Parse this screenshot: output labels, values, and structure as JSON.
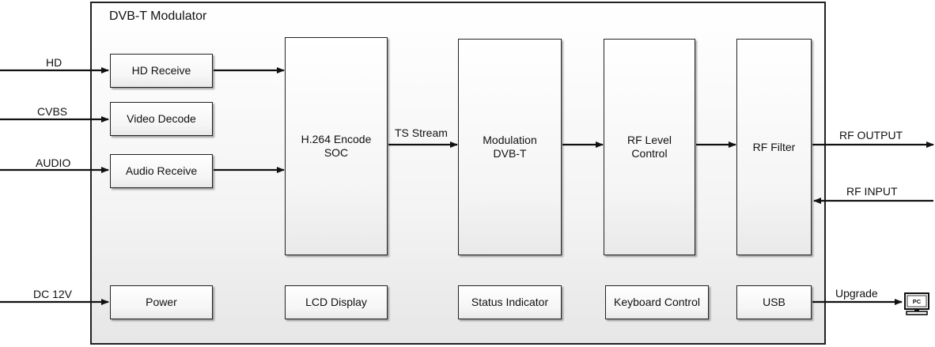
{
  "diagram": {
    "title": "DVB-T Modulator",
    "blocks": {
      "hd_receive": "HD Receive",
      "video_decode": "Video Decode",
      "audio_receive": "Audio Receive",
      "h264_encode": "H.264 Encode\nSOC",
      "modulation": "Modulation\nDVB-T",
      "rf_level": "RF Level\nControl",
      "rf_filter": "RF Filter",
      "power": "Power",
      "lcd_display": "LCD Display",
      "status_indicator": "Status Indicator",
      "keyboard_control": "Keyboard Control",
      "usb": "USB"
    },
    "labels": {
      "hd": "HD",
      "cvbs": "CVBS",
      "audio": "AUDIO",
      "dc12v": "DC 12V",
      "ts_stream": "TS Stream",
      "rf_output": "RF OUTPUT",
      "rf_input": "RF INPUT",
      "upgrade": "Upgrade",
      "pc": "PC"
    }
  }
}
